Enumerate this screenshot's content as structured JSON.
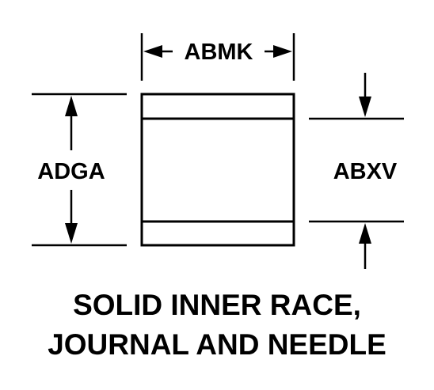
{
  "diagram": {
    "dimensions": {
      "width_label": "ABMK",
      "outer_height_label": "ADGA",
      "inner_height_label": "ABXV"
    },
    "caption": {
      "line1": "SOLID INNER RACE,",
      "line2": "JOURNAL AND NEEDLE"
    },
    "colors": {
      "ink": "#000000",
      "background": "#ffffff"
    }
  }
}
